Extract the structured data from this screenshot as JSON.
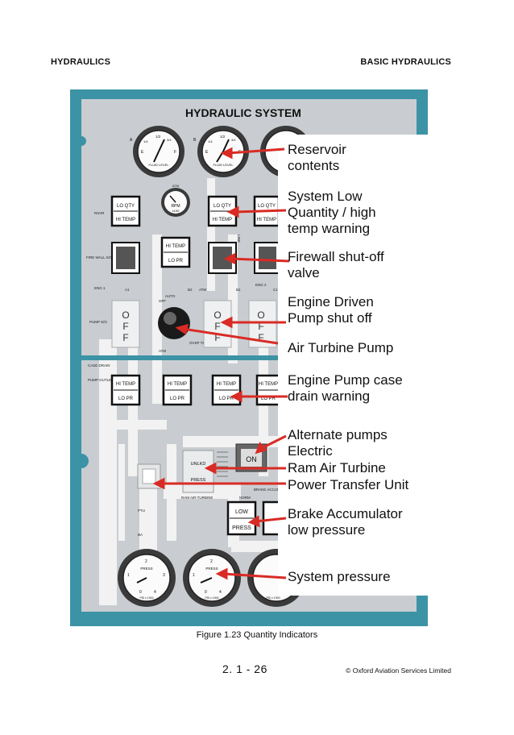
{
  "header": {
    "left": "HYDRAULICS",
    "right": "BASIC HYDRAULICS"
  },
  "panel": {
    "title": "HYDRAULIC SYSTEM",
    "colors": {
      "frame": "#3c93a5",
      "panel": "#c9cdd1",
      "line": "#f2f2f2",
      "arrow": "#d92b24",
      "dark": "#2b2b2b"
    },
    "gauges": {
      "fluid_level": "FLUID LEVEL",
      "scale_e": "E",
      "scale_f": "F",
      "scale_half": "1/2",
      "scale_quarter": "1/4",
      "scale_three_quarter": "3/4",
      "rpm": "RPM",
      "rpm_unit": "x100",
      "atm": "ATM",
      "press": "PRESS",
      "psi": "PSI x 1000",
      "p0": "0",
      "p1": "1",
      "p2": "2",
      "p3": "3",
      "p4": "4"
    },
    "side_labels": {
      "rsvr": "RSVR",
      "fire_wall": "FIRE WALL S/O",
      "eng1": "ENG 1",
      "pump_so": "PUMP S/O",
      "case_drain": "CASE DRAIN",
      "pump_outlet": "PUMP OUTLET",
      "ptu": "PTU",
      "ba": "BA",
      "auto": "AUTO",
      "off": "OFF",
      "ovsp_test": "OVSP TEST",
      "atm": "ATM",
      "a1": "A1",
      "b2": "B2",
      "b1": "B1",
      "c1": "C1",
      "eng2": "ENG 2",
      "gauge_a": "A",
      "gauge_b": "B",
      "brake_accum": "BRAKE ACCUM",
      "norm": "NORM",
      "ram_air_turbine": "RAM AIR TURBINE",
      "line_label": "LINE"
    },
    "annunciators": {
      "lo_qty": "LO QTY",
      "hi_temp": "HI TEMP",
      "lo_pr": "LO PR",
      "unlkd": "UNLKD",
      "press": "PRESS",
      "on": "ON",
      "low": "LOW"
    },
    "switch": {
      "o": "O",
      "f": "F"
    }
  },
  "callouts": [
    "Reservoir contents",
    "System Low Quantity / high temp warning",
    "Firewall shut-off valve",
    "Engine Driven Pump shut off",
    "Air Turbine Pump",
    "Engine Pump case drain warning",
    "Alternate pumps",
    "Electric",
    "Ram Air Turbine",
    "Power Transfer Unit",
    "Brake Accumulator low pressure",
    "System pressure"
  ],
  "callout_lines": [
    [
      "Reservoir",
      "contents"
    ],
    [
      "System Low",
      "Quantity / high",
      "temp warning"
    ],
    [
      "Firewall shut-off",
      "valve"
    ],
    [
      "Engine Driven",
      "Pump shut off"
    ],
    [
      "Air Turbine Pump"
    ],
    [
      "Engine Pump case",
      "drain warning"
    ],
    [
      "Alternate pumps"
    ],
    [
      "Electric"
    ],
    [
      "Ram Air Turbine"
    ],
    [
      "Power Transfer Unit"
    ],
    [
      "Brake Accumulator",
      "low pressure"
    ],
    [
      "System pressure"
    ]
  ],
  "caption": "Figure 1.23 Quantity Indicators",
  "page_number": "2. 1 - 26",
  "copyright": "© Oxford Aviation Services Limited"
}
